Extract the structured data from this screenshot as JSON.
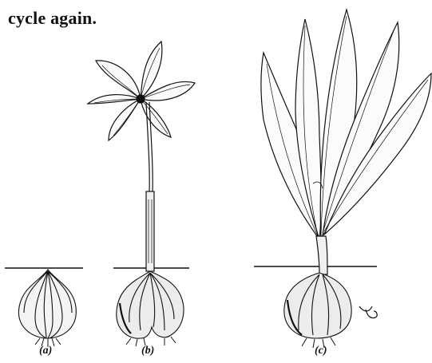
{
  "text": {
    "intro_line": "cycle again."
  },
  "captions": {
    "a": "(a)",
    "b": "(b)",
    "c": "(c)"
  },
  "mark": {
    "signature": "ʏᵦ"
  }
}
